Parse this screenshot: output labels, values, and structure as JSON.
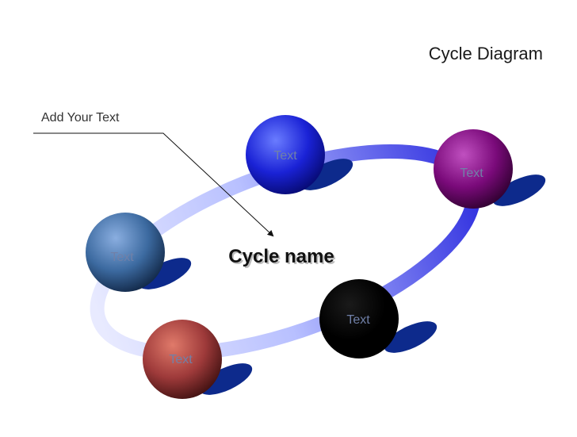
{
  "title": "Cycle Diagram",
  "callout": "Add Your Text",
  "center": "Cycle name",
  "nodes": [
    {
      "label": "Text",
      "color": "#1a22d6"
    },
    {
      "label": "Text",
      "color": "#7a0a7a"
    },
    {
      "label": "Text",
      "color": "#000000"
    },
    {
      "label": "Text",
      "color": "#9e3a3a"
    },
    {
      "label": "Text",
      "color": "#3c6aa0"
    }
  ],
  "colors": {
    "ring_light": "#e0e4ff",
    "ring_dark": "#3a3ae6",
    "shadow": "#0d2a8c"
  }
}
